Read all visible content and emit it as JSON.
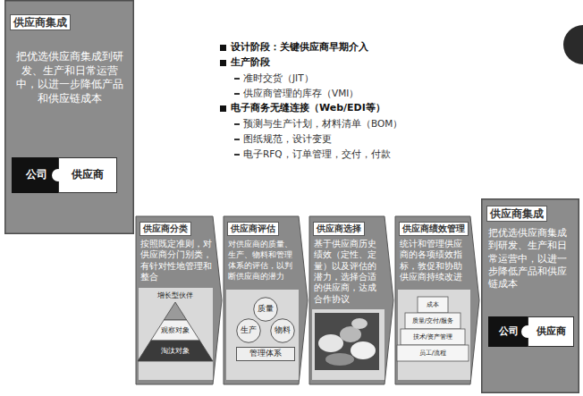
{
  "diagram": {
    "nodes": [
      {
        "text": [
          "供应商集成",
          "把优选供应商集成到研发、生产和日常运营中，以进一步降低产品和供应链成本"
        ]
      },
      {
        "text": [
          "公司"
        ],
        "in": 0
      },
      {
        "text": [
          "供应商"
        ],
        "in": 0
      },
      {
        "text": [
          "供应商分类",
          "按照既定准则，对供应商分门别类，有针对性地管理和整合"
        ]
      },
      {
        "text": [
          "供应商评估",
          "对供应商的质量、生产、物料和管理体系的评估，以判断供应商的潜力"
        ]
      },
      {
        "text": [
          "质量"
        ],
        "in": 4
      },
      {
        "text": [
          "生产"
        ],
        "in": 4
      },
      {
        "text": [
          "物料"
        ],
        "in": 4
      },
      {
        "text": [
          "管理体系"
        ],
        "in": 4
      },
      {
        "text": [
          "供应商选择",
          "基于供应商历史绩效（定性、定量）以及评估的潜力，选择合适的供应商，达成合作协议"
        ]
      },
      {
        "text": [
          "供应商绩效管理",
          "统计和管理供应商的各项绩效指标，敦促和协助供应商持续改进"
        ]
      },
      {
        "text": [
          "供应商集成",
          "把优选供应商集成到研发、生产和日常运营中，以进一步降低产品和供应链成本"
        ]
      },
      {
        "text": [
          "公司"
        ],
        "in": 11
      },
      {
        "text": [
          "供应商"
        ],
        "in": 11
      }
    ],
    "labels": [
      "设计阶段：关键供应商早期介入",
      "生产阶段",
      "准时交货（JIT）",
      "供应商管理的库存（VMI）",
      "电子商务无缝连接（Web/EDI等）",
      "预测与生产计划，材料清单（BOM）",
      "图纸规范，设计变更",
      "电子RFQ，订单管理，交付，付款",
      "增长型伙伴",
      "观察对象",
      "淘汰对象",
      "成本",
      "质量/交付/服务",
      "技术/资产管理",
      "员工/流程"
    ]
  }
}
